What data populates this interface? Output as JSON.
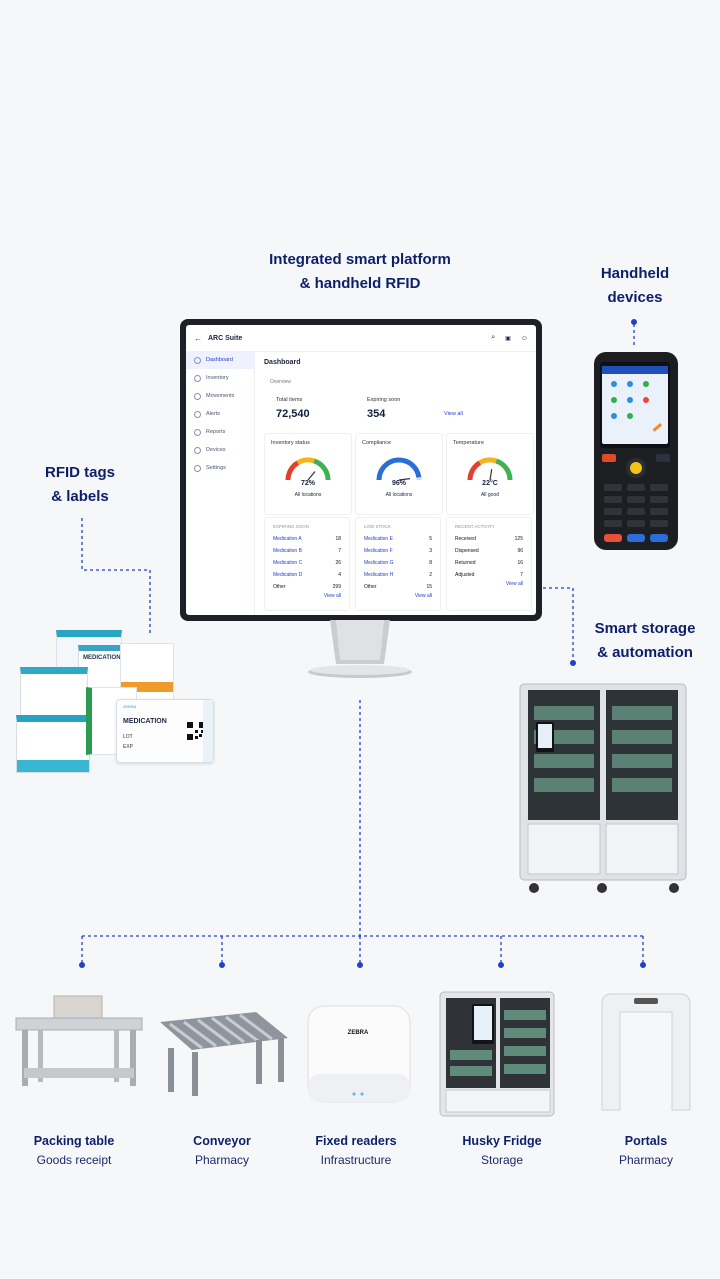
{
  "titles": {
    "center_line1": "Integrated smart platform",
    "center_line2": "& handheld RFID",
    "handheld_line1": "Handheld",
    "handheld_line2": "devices",
    "rfid_line1": "RFID tags",
    "rfid_line2": "& labels",
    "storage_line1": "Smart storage",
    "storage_line2": "& automation"
  },
  "app": {
    "name": "ARC Suite",
    "page_title": "Dashboard",
    "overview_tab": "Overview",
    "sidebar": [
      "Dashboard",
      "Inventory",
      "Movements",
      "Alerts",
      "Reports",
      "Devices",
      "Settings"
    ],
    "kpis": {
      "total_label": "Total items",
      "total_value": "72,540",
      "expiring_label": "Expiring soon",
      "expiring_value": "354",
      "view_all": "View all"
    },
    "gauges": [
      {
        "title": "Inventory status",
        "value": "72%",
        "caption": "All locations",
        "level": 0.72
      },
      {
        "title": "Compliance",
        "value": "96%",
        "caption": "All locations",
        "level": 0.96
      },
      {
        "title": "Temperature",
        "value": "22°C",
        "caption": "All good",
        "level": 0.55
      }
    ],
    "lists": [
      {
        "header": "Expiring soon",
        "rows": [
          [
            "Medication A",
            "18"
          ],
          [
            "Medication B",
            "7"
          ],
          [
            "Medication C",
            "26"
          ],
          [
            "Medication D",
            "4"
          ],
          [
            "Other",
            "299"
          ]
        ],
        "link": "View all"
      },
      {
        "header": "Low stock",
        "rows": [
          [
            "Medication E",
            "5"
          ],
          [
            "Medication F",
            "3"
          ],
          [
            "Medication G",
            "8"
          ],
          [
            "Medication H",
            "2"
          ],
          [
            "Other",
            "15"
          ]
        ],
        "link": "View all"
      },
      {
        "header": "Recent activity",
        "rows": [
          [
            "Received",
            "125"
          ],
          [
            "Dispensed",
            "96"
          ],
          [
            "Returned",
            "16"
          ],
          [
            "Adjusted",
            "7"
          ]
        ],
        "link": "View all"
      }
    ]
  },
  "packaging": {
    "box_label": "MEDICATION",
    "card_label": "MEDICATION",
    "lot": "LOT",
    "exp": "EXP",
    "brand": "ZEBRA"
  },
  "bottom_items": [
    {
      "title": "Packing table",
      "subtitle": "Goods receipt"
    },
    {
      "title": "Conveyor",
      "subtitle": "Pharmacy"
    },
    {
      "title": "Fixed readers",
      "subtitle": "Infrastructure"
    },
    {
      "title": "Husky Fridge",
      "subtitle": "Storage"
    },
    {
      "title": "Portals",
      "subtitle": "Pharmacy"
    }
  ],
  "colors": {
    "accent": "#2340c8",
    "navy": "#0d1f6b"
  }
}
